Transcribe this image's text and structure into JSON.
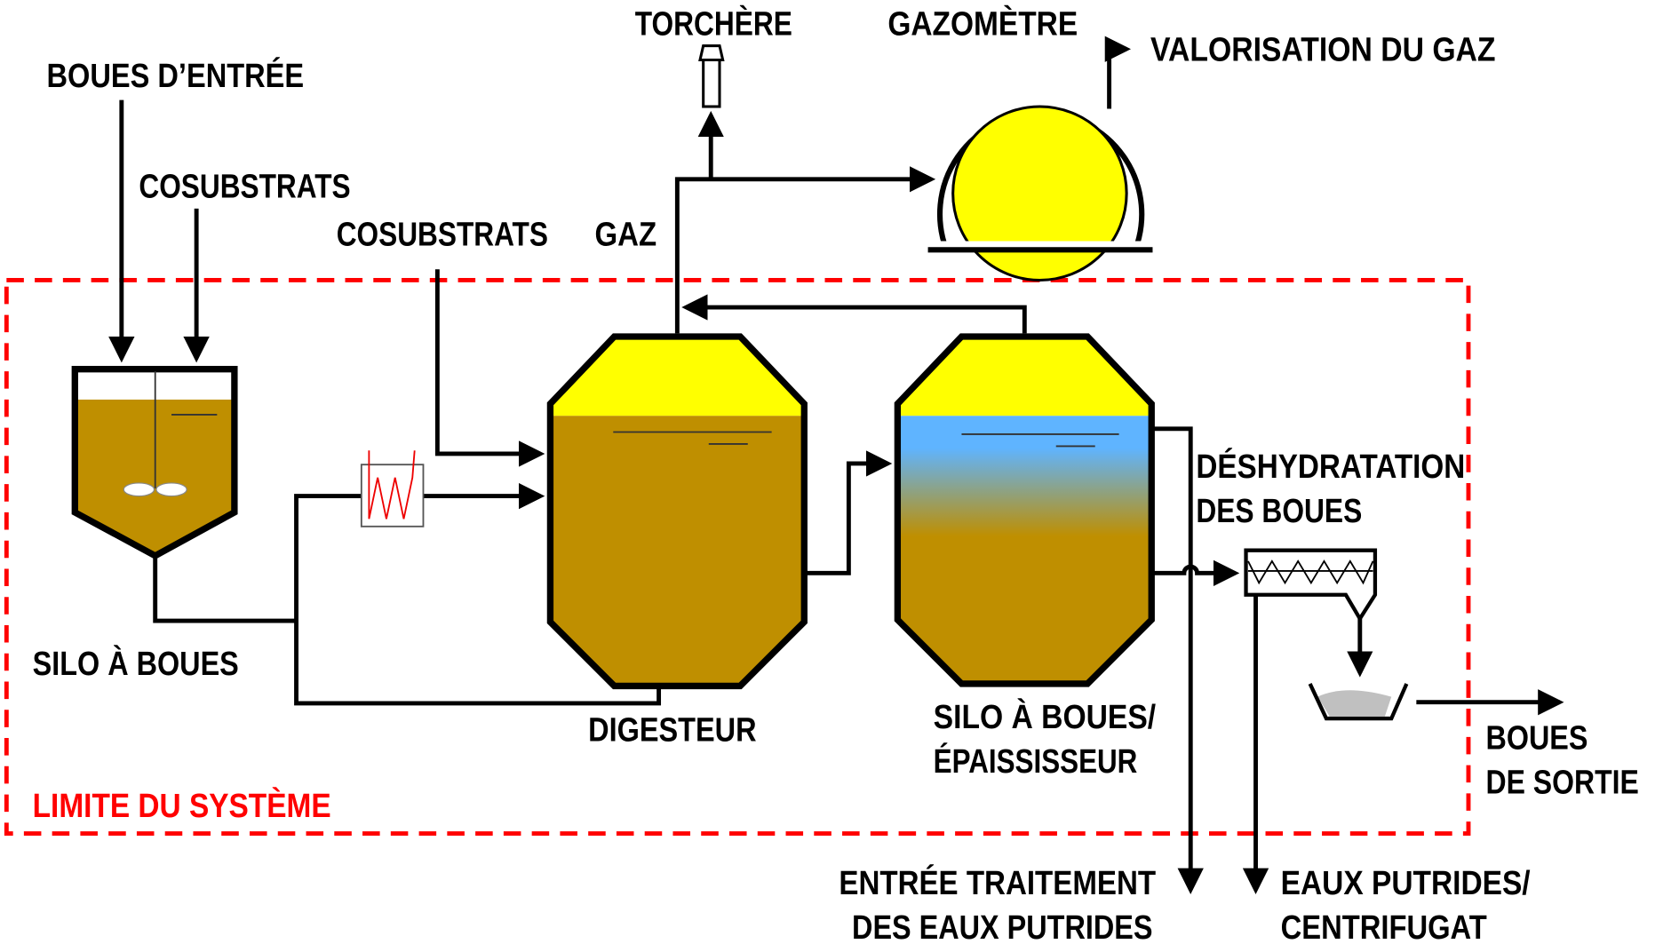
{
  "labels": {
    "torch": "TORCHÈRE",
    "gasholder": "GAZOMÈTRE",
    "gas_use": "VALORISATION DU GAZ",
    "sludge_in": "BOUES D’ENTRÉE",
    "cosubstrates_1": "COSUBSTRATS",
    "cosubstrates_2": "COSUBSTRATS",
    "gas": "GAZ",
    "dewatering_1": "DÉSHYDRATATION",
    "dewatering_2": "DES BOUES",
    "sludge_silo": "SILO À BOUES",
    "digester": "DIGESTEUR",
    "thickener_1": "SILO À BOUES/",
    "thickener_2": "ÉPAISSISSEUR",
    "sludge_out_1": "BOUES",
    "sludge_out_2": "DE SORTIE",
    "system_boundary": "LIMITE DU SYSTÈME",
    "reject_treatment_1": "ENTRÉE TRAITEMENT",
    "reject_treatment_2": "DES EAUX PUTRIDES",
    "centrate_1": "EAUX PUTRIDES/",
    "centrate_2": "CENTRIFUGAT"
  },
  "colors": {
    "sludge": "#bf8f00",
    "gas": "#ffff00",
    "water": "#5fb4ff",
    "boundary": "#ff0000",
    "cake": "#c0c0c0"
  }
}
